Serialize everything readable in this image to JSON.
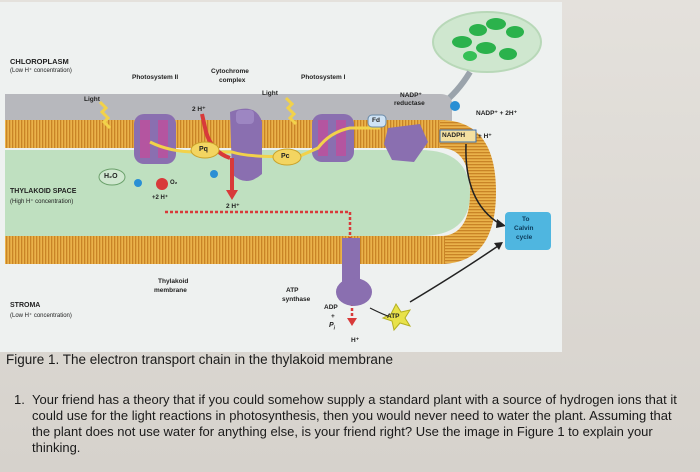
{
  "figure": {
    "labels": {
      "chloroplast": "CHLOROPLASM",
      "chloroplast_sub": "(Low H⁺ concentration)",
      "photosystem2": "Photosystem II",
      "cytochrome": "Cytochrome",
      "cytochrome2": "complex",
      "photosystem1": "Photosystem I",
      "light1": "Light",
      "light2": "Light",
      "nadp_reductase1": "NADP⁺",
      "nadp_reductase2": "reductase",
      "nadp_plus": "NADP⁺ + 2H⁺",
      "nadph": "NADPH",
      "nadph_plus": "+ H⁺",
      "two_h_top": "2 H⁺",
      "pq": "Pq",
      "pc": "Pc",
      "fd": "Fd",
      "h2o": "H₂O",
      "o2": "O₂",
      "plus_2h": "+2 H⁺",
      "two_h_mid": "2 H⁺",
      "thylakoid_space": "THYLAKOID SPACE",
      "thylakoid_space_sub": "(High H⁺ concentration)",
      "to_calvin1": "To",
      "to_calvin2": "Calvin",
      "to_calvin3": "cycle",
      "thylakoid_membrane1": "Thylakoid",
      "thylakoid_membrane2": "membrane",
      "atp_synthase1": "ATP",
      "atp_synthase2": "synthase",
      "adp": "ADP",
      "plus": "+",
      "pi": "P",
      "pi_sub": "i",
      "h_bottom": "H⁺",
      "atp": "ATP",
      "stroma": "STROMA",
      "stroma_sub": "(Low H⁺ concentration)"
    },
    "caption": "Figure 1. The electron transport chain in the thylakoid membrane"
  },
  "question": {
    "number": "1.",
    "text": "Your friend has a theory that if you could somehow supply a standard plant with a source of hydrogen ions that it could use for the light reactions in photosynthesis, then you would never need to water the plant. Assuming that the plant does not use water for anything else, is your friend right? Use the image in Figure 1 to explain your thinking."
  },
  "colors": {
    "background": "#dcd8d2",
    "diagram_bg": "#eef2f3",
    "thylakoid_space": "#bfe0c0",
    "membrane": "#e9a845",
    "protein": "#8a6fb0",
    "electron_path": "#f2d24a",
    "proton_arrow": "#d83a3a",
    "electron_carrier": "#2a8fd4",
    "calvin_box": "#4fb6e0",
    "atp_star": "#e8e24a",
    "chloroplast_icon": "#2bb24c"
  }
}
